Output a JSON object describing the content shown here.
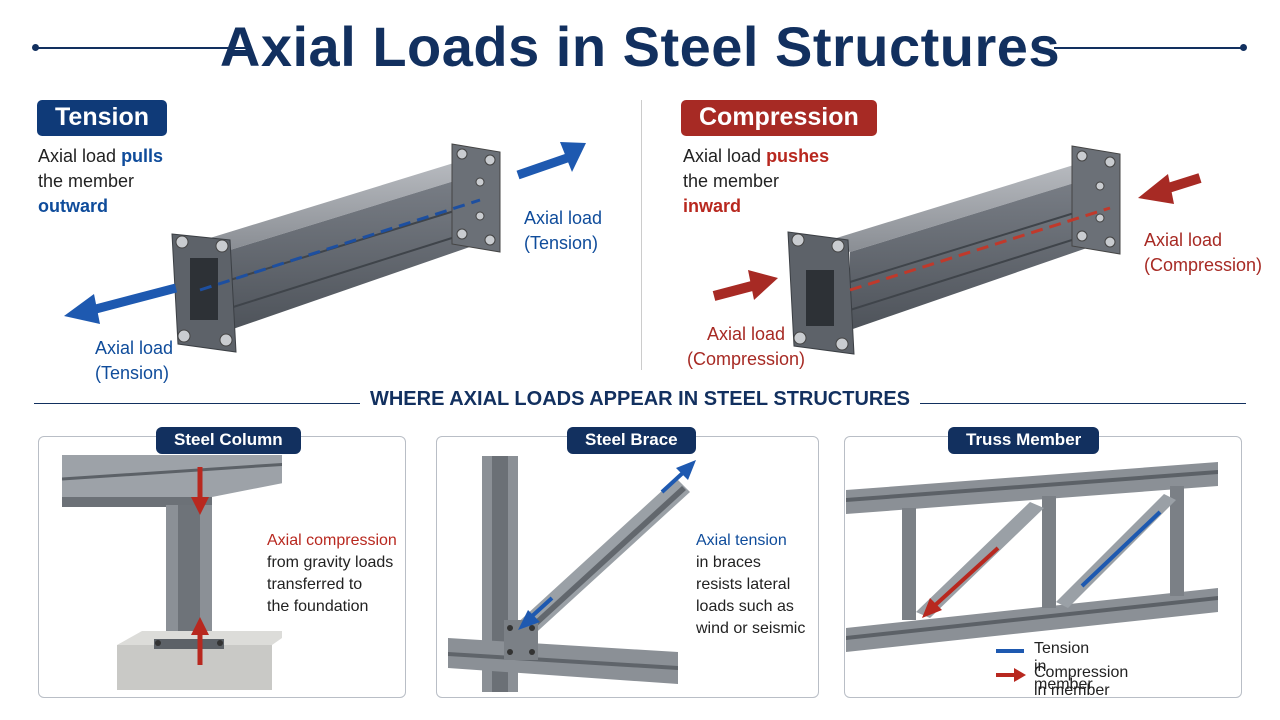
{
  "title": "Axial Loads in Steel Structures",
  "tension": {
    "badge": "Tension",
    "desc_prefix": "Axial load ",
    "desc_highlight1": "pulls",
    "desc_line2": "the member",
    "desc_highlight2": "outward",
    "label_right_1": "Axial load",
    "label_right_2": "(Tension)",
    "label_left_1": "Axial load",
    "label_left_2": "(Tension)"
  },
  "compression": {
    "badge": "Compression",
    "desc_prefix": "Axial load ",
    "desc_highlight1": "pushes",
    "desc_line2": "the member",
    "desc_highlight2": "inward",
    "label_right_1": "Axial load",
    "label_right_2": "(Compression)",
    "label_left_1": "Axial load",
    "label_left_2": "(Compression)"
  },
  "section_title": "WHERE AXIAL LOADS APPEAR IN STEEL STRUCTURES",
  "panels": {
    "column": {
      "badge": "Steel Column",
      "line1_highlight": "Axial compression",
      "line2": "from gravity loads",
      "line3": "transferred to",
      "line4": "the foundation"
    },
    "brace": {
      "badge": "Steel Brace",
      "line1_highlight": "Axial tension",
      "line2": "in braces",
      "line3": "resists lateral",
      "line4": "loads such as",
      "line5": "wind or seismic"
    },
    "truss": {
      "badge": "Truss Member",
      "legend_tension": "Tension in member",
      "legend_compression": "Compression in member"
    }
  },
  "colors": {
    "navy": "#12305f",
    "tension_blue": "#0f4c9b",
    "compression_red": "#b8281f"
  }
}
